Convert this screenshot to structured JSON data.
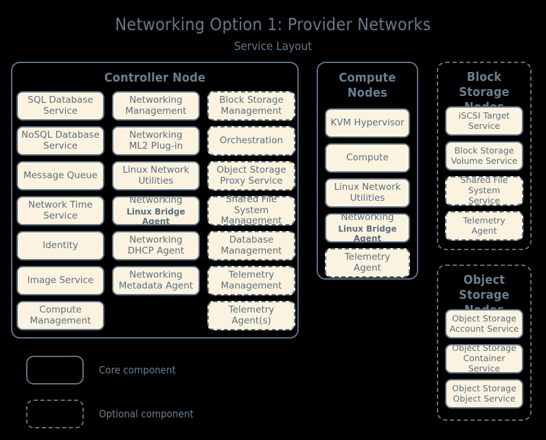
{
  "diagram": {
    "title": "Networking Option 1: Provider Networks",
    "subtitle": "Service Layout",
    "colors": {
      "background": "#000000",
      "box_fill": "#fbf3e0",
      "box_border": "#5c7383",
      "text": "#5c6f7d",
      "title_text": "#64798a"
    }
  },
  "panels": [
    {
      "id": "controller-node",
      "title": "Controller Node",
      "style": "solid",
      "components": [
        {
          "line1": "SQL Database",
          "line2": "Service",
          "style": "solid"
        },
        {
          "line1": "Networking",
          "line2": "Management",
          "style": "solid"
        },
        {
          "line1": "Block Storage",
          "line2": "Management",
          "style": "dashed"
        },
        {
          "line1": "NoSQL Database",
          "line2": "Service",
          "style": "solid"
        },
        {
          "line1": "Networking",
          "line2": "ML2 Plug-in",
          "style": "solid"
        },
        {
          "line1": "Orchestration",
          "line2": "",
          "style": "dashed"
        },
        {
          "line1": "Message Queue",
          "line2": "",
          "style": "solid"
        },
        {
          "line1": "Linux Network",
          "line2": "Utilities",
          "style": "solid"
        },
        {
          "line1": "Object Storage",
          "line2": "Proxy Service",
          "style": "dashed"
        },
        {
          "line1": "Network Time",
          "line2": "Service",
          "style": "solid"
        },
        {
          "line1": "Networking",
          "line2": "Linux Bridge Agent",
          "style": "solid",
          "subtitled": true
        },
        {
          "line1": "Shared File System",
          "line2": "Management",
          "style": "dashed"
        },
        {
          "line1": "Identity",
          "line2": "",
          "style": "solid"
        },
        {
          "line1": "Networking",
          "line2": "DHCP Agent",
          "style": "solid"
        },
        {
          "line1": "Database",
          "line2": "Management",
          "style": "dashed"
        },
        {
          "line1": "Image Service",
          "line2": "",
          "style": "solid"
        },
        {
          "line1": "Networking",
          "line2": "Metadata Agent",
          "style": "solid"
        },
        {
          "line1": "Telemetry",
          "line2": "Management",
          "style": "dashed"
        },
        {
          "line1": "Compute",
          "line2": "Management",
          "style": "solid"
        },
        {
          "line1": "",
          "line2": "",
          "style": "empty"
        },
        {
          "line1": "Telemetry",
          "line2": "Agent(s)",
          "style": "dashed"
        }
      ]
    },
    {
      "id": "compute-nodes",
      "title": "Compute Nodes",
      "style": "solid",
      "components": [
        {
          "line1": "KVM Hypervisor",
          "line2": "",
          "style": "solid"
        },
        {
          "line1": "Compute",
          "line2": "",
          "style": "solid"
        },
        {
          "line1": "Linux Network",
          "line2": "Utilities",
          "style": "solid"
        },
        {
          "line1": "Networking",
          "line2": "Linux Bridge Agent",
          "style": "solid",
          "subtitled": true
        },
        {
          "line1": "Telemetry",
          "line2": "Agent",
          "style": "dashed"
        }
      ]
    },
    {
      "id": "block-storage-nodes",
      "title": "Block Storage Nodes",
      "style": "dashed",
      "components": [
        {
          "line1": "iSCSI Target",
          "line2": "Service",
          "style": "solid"
        },
        {
          "line1": "Block Storage",
          "line2": "Volume Service",
          "style": "solid"
        },
        {
          "line1": "Shared File System",
          "line2": "Service",
          "style": "dashed"
        },
        {
          "line1": "Telemetry",
          "line2": "Agent",
          "style": "dashed"
        }
      ]
    },
    {
      "id": "object-storage-nodes",
      "title": "Object Storage Nodes",
      "style": "dashed",
      "components": [
        {
          "line1": "Object Storage",
          "line2": "Account Service",
          "style": "solid"
        },
        {
          "line1": "Object Storage",
          "line2": "Container Service",
          "style": "solid"
        },
        {
          "line1": "Object Storage",
          "line2": "Object Service",
          "style": "solid"
        }
      ]
    }
  ],
  "legend": {
    "core_label": "Core component",
    "optional_label": "Optional component"
  }
}
